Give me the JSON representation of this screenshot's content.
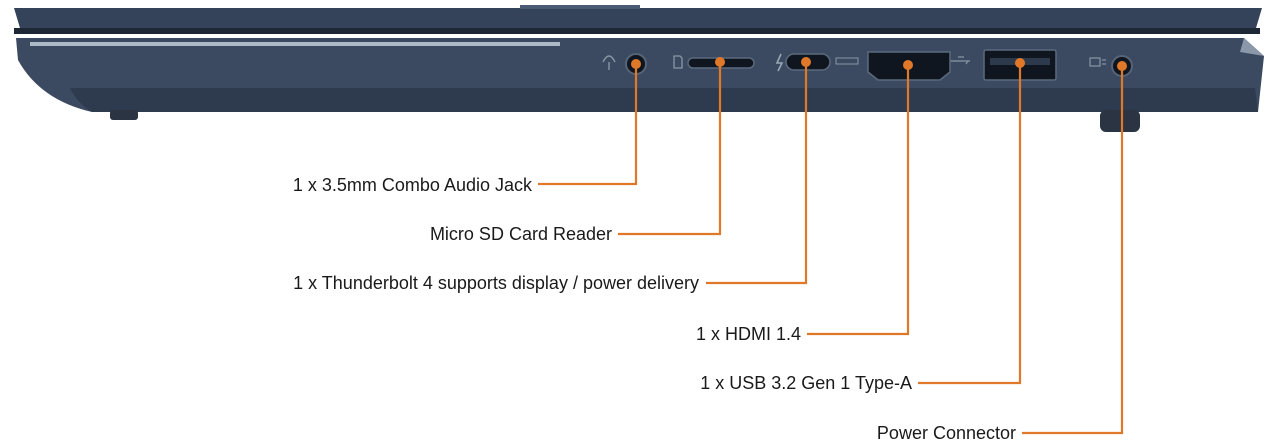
{
  "colors": {
    "callout": "#e0782a",
    "chassis": "#3b4a60",
    "chassis_dark": "#273345",
    "port": "#10161f",
    "text": "#1a1a1a"
  },
  "callouts": [
    {
      "id": "audio-jack",
      "label": "1 x 3.5mm Combo Audio Jack",
      "icon": "headphone-icon"
    },
    {
      "id": "sd-reader",
      "label": "Micro SD Card Reader",
      "icon": "sd-card-icon"
    },
    {
      "id": "thunderbolt",
      "label": "1 x Thunderbolt 4 supports display / power delivery",
      "icon": "thunderbolt-icon"
    },
    {
      "id": "hdmi",
      "label": "1 x HDMI 1.4",
      "icon": "hdmi-icon"
    },
    {
      "id": "usb-a",
      "label": "1 x USB 3.2 Gen 1 Type-A",
      "icon": "usb-icon"
    },
    {
      "id": "power",
      "label": "Power Connector",
      "icon": "power-icon"
    }
  ]
}
